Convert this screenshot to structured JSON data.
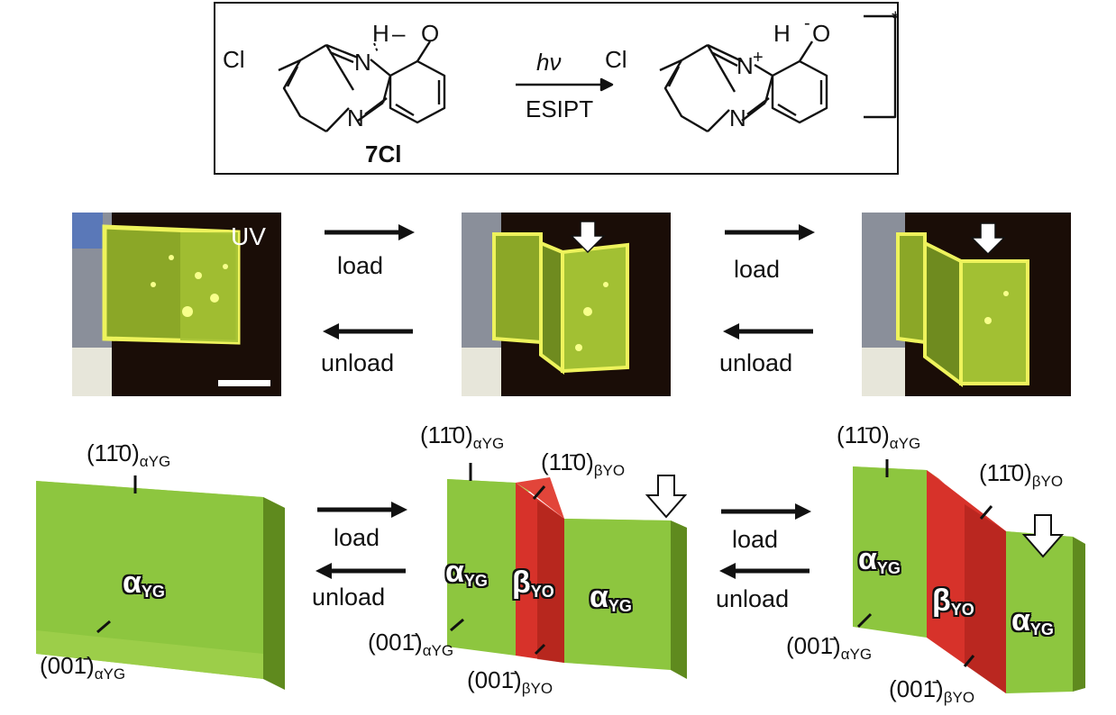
{
  "scheme": {
    "compound_label": "7Cl",
    "arrow_top": "hν",
    "arrow_bottom": "ESIPT",
    "excited_mark": "*",
    "reactant_atoms": {
      "cl": "Cl",
      "h": "H",
      "o": "O",
      "n_top": "N",
      "n_ring": "N",
      "dash": "–"
    },
    "product_atoms": {
      "cl": "Cl",
      "h": "H",
      "o": "O",
      "o_charge": "-",
      "n_top": "N",
      "n_charge": "+",
      "n_ring": "N"
    }
  },
  "photos": {
    "uv_label": "UV"
  },
  "transitions": [
    {
      "forward": "load",
      "backward": "unload"
    },
    {
      "forward": "load",
      "backward": "unload"
    },
    {
      "forward": "load",
      "backward": "unload"
    },
    {
      "forward": "load",
      "backward": "unload"
    }
  ],
  "diagrams": {
    "plane_110": "(11̄0)",
    "plane_001": "(001̄)",
    "sub_alpha": "αYG",
    "sub_beta": "βYO",
    "phase_alpha": {
      "greek": "α",
      "sub": "YG"
    },
    "phase_beta": {
      "greek": "β",
      "sub": "YO"
    }
  },
  "colors": {
    "green": "#8dc63f",
    "green_dark": "#5f8a1e",
    "green_light": "#b2dc59",
    "red": "#d7322a",
    "red_dark": "#a21f17",
    "photo_bg": "#1a0d07",
    "crystal_glow": "#c8d838"
  }
}
